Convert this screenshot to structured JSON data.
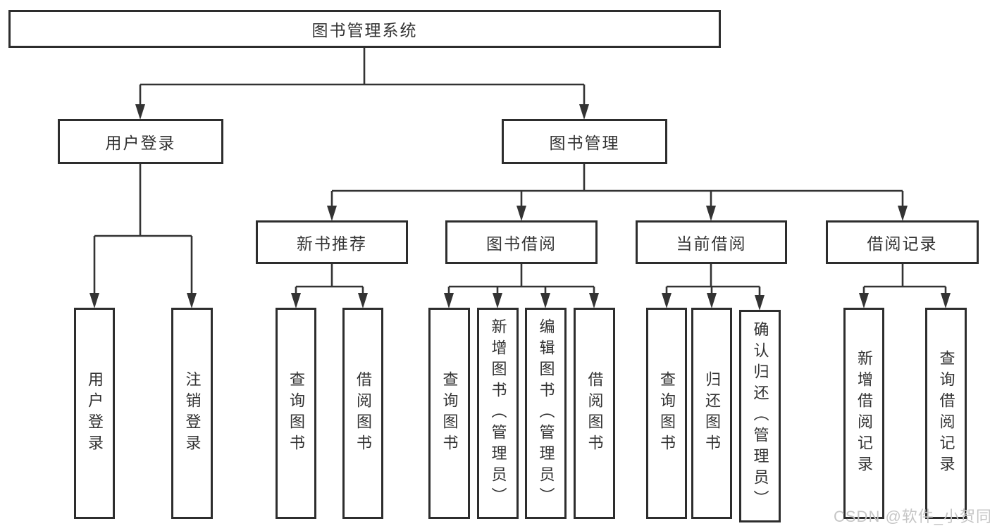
{
  "diagram": {
    "title": "图书管理系统",
    "root": {
      "label": "图书管理系统"
    },
    "branches": [
      {
        "label": "用户登录",
        "children": [
          {
            "label": "用户登录"
          },
          {
            "label": "注销登录"
          }
        ]
      },
      {
        "label": "图书管理",
        "children": [
          {
            "label": "新书推荐",
            "children": [
              {
                "label": "查询图书"
              },
              {
                "label": "借阅图书"
              }
            ]
          },
          {
            "label": "图书借阅",
            "children": [
              {
                "label": "查询图书"
              },
              {
                "label": "新增图书（管理员）"
              },
              {
                "label": "编辑图书（管理员）"
              },
              {
                "label": "借阅图书"
              }
            ]
          },
          {
            "label": "当前借阅",
            "children": [
              {
                "label": "查询图书"
              },
              {
                "label": "归还图书"
              },
              {
                "label": "确认归还（管理员）"
              }
            ]
          },
          {
            "label": "借阅记录",
            "children": [
              {
                "label": "新增借阅记录"
              },
              {
                "label": "查询借阅记录"
              }
            ]
          }
        ]
      }
    ]
  },
  "watermark": {
    "text": "CSDN @软件_小贺同学",
    "color": "#c6c6c6"
  },
  "colors": {
    "line": "#333333",
    "box_border": "#2d2d2d",
    "text": "#333333",
    "background": "#ffffff"
  }
}
